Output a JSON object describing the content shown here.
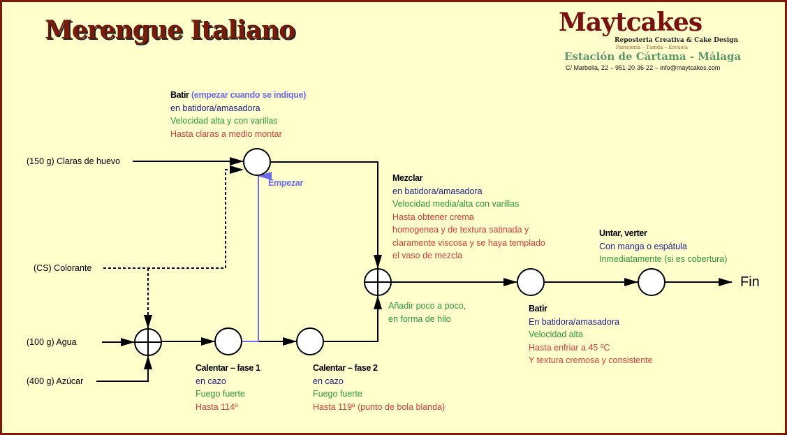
{
  "title": "Merengue Italiano",
  "logo": {
    "name": "Maytcakes",
    "tagline": "Reposteria Creativa & Cake Design",
    "subtitle": "Pastelería – Tienda – Escuela",
    "location": "Estación de Cártama  - Málaga",
    "address": "C/ Marbella, 22 – 951·20·36·22 – info@maytcakes.com"
  },
  "inputs": {
    "claras": "(150 g) Claras de huevo",
    "colorante": "(CS) Colorante",
    "agua": "(100 g) Agua",
    "azucar": "(400 g) Azúcar"
  },
  "steps": {
    "batir1": {
      "title": "Batir",
      "note": "(empezar cuando se indique)",
      "tool": "en batidora/amasadora",
      "speed": "Velocidad alta y con varillas",
      "until": "Hasta claras a medio montar"
    },
    "empezar": "Empezar",
    "calentar1": {
      "title": "Calentar – fase 1",
      "tool": "en cazo",
      "heat": "Fuego fuerte",
      "until": "Hasta 114º"
    },
    "calentar2": {
      "title": "Calentar – fase 2",
      "tool": "en cazo",
      "heat": "Fuego fuerte",
      "until": "Hasta 119º (punto de bola blanda)"
    },
    "mezclar": {
      "title": "Mezclar",
      "tool": "en batidora/amasadora",
      "speed": "Velocidad media/alta con varillas",
      "until1": "Hasta obtener crema",
      "until2": "homogenea y de textura satinada y",
      "until3": "claramente viscosa y se haya templado",
      "until4": "el vaso de mezcla"
    },
    "anadir": {
      "line1": "Añadir poco a poco,",
      "line2": "en forma de hilo"
    },
    "batir2": {
      "title": "Batir",
      "tool": "En batidora/amasadora",
      "speed": "Velocidad alta",
      "until1": "Hasta enfriar a 45 ºC",
      "until2": "Y textura cremosa y consistente"
    },
    "untar": {
      "title": "Untar, verter",
      "tool": "Con manga o espátula",
      "when": "Inmediatamente (si es cobertura)"
    }
  },
  "end": "Fin",
  "colors": {
    "background": "#ffffcc",
    "border": "#7a1a0a",
    "tool": "#1c1c8a",
    "speed": "#2a9a3a",
    "until": "#e0393b",
    "start": "#6a6af0"
  }
}
